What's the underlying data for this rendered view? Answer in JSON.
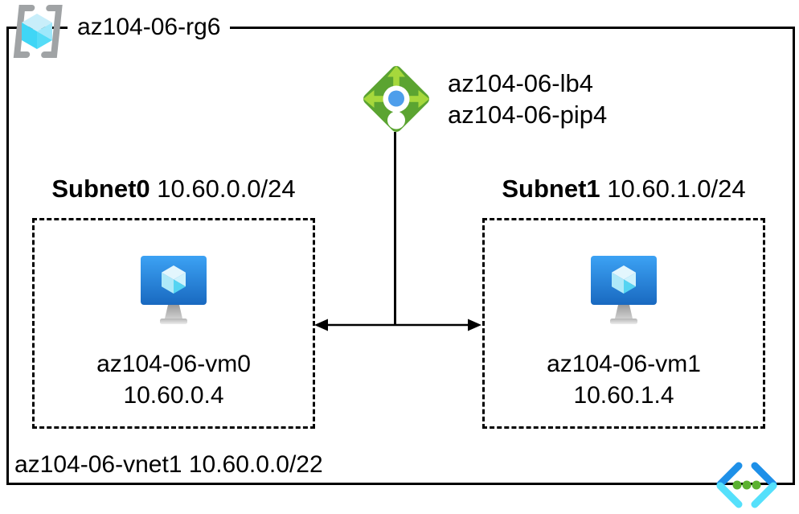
{
  "diagram": {
    "resource_group": {
      "label": "az104-06-rg6"
    },
    "load_balancer": {
      "name": "az104-06-lb4",
      "public_ip_name": "az104-06-pip4"
    },
    "subnets": [
      {
        "name": "Subnet0",
        "cidr": "10.60.0.0/24",
        "vm": {
          "name": "az104-06-vm0",
          "ip": "10.60.0.4"
        }
      },
      {
        "name": "Subnet1",
        "cidr": "10.60.1.0/24",
        "vm": {
          "name": "az104-06-vm1",
          "ip": "10.60.1.4"
        }
      }
    ],
    "vnet": {
      "name": "az104-06-vnet1",
      "cidr": "10.60.0.0/22"
    },
    "icons": {
      "resource_group": "resource-group-icon",
      "load_balancer": "load-balancer-icon",
      "virtual_machine": "virtual-machine-icon",
      "virtual_network": "virtual-network-icon"
    },
    "colors": {
      "line": "#000000",
      "lb_diamond_green": "#5BA431",
      "lb_arrow_green": "#A6D83C",
      "lb_dot_blue": "#4E9EEB",
      "vm_monitor_blue_top": "#3CA2F4",
      "vm_monitor_blue_bottom": "#1969C0",
      "cube_cyan": "#50E6FF",
      "rg_bracket_gray": "#A0A3A5",
      "vnet_chevron_blue": "#1E90E8",
      "vnet_chevron_cyan": "#55E0FB",
      "vnet_dot_green": "#5BB12F"
    }
  }
}
